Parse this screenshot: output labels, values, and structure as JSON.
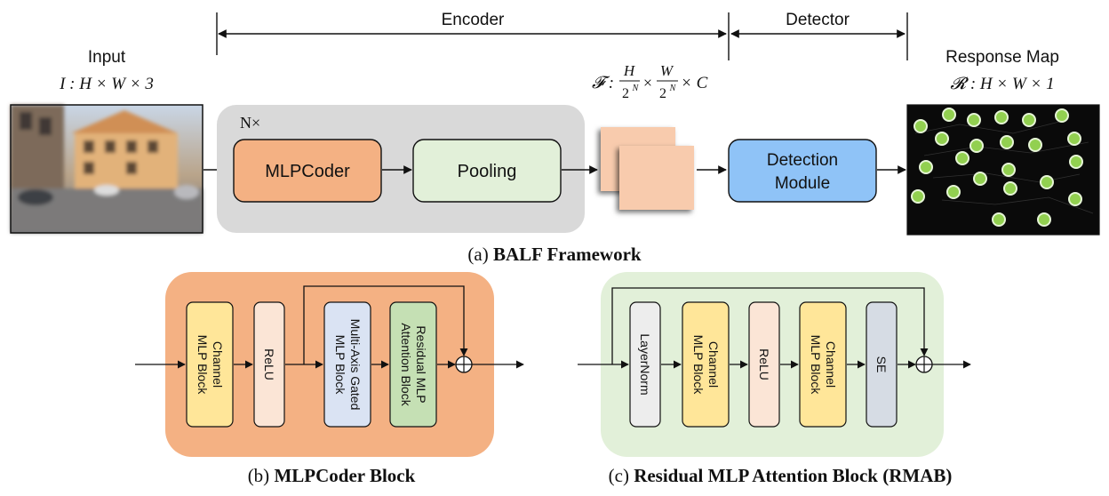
{
  "top": {
    "encoder_label": "Encoder",
    "detector_label": "Detector",
    "input_label": "Input",
    "input_shape": "I : H × W × 3",
    "feature_prefix": "𝓕 :",
    "feature_h": "H",
    "feature_w": "W",
    "feature_den_base": "2",
    "feature_den_exp": "N",
    "feature_suffix": "× C",
    "response_label": "Response Map",
    "response_shape": "𝓡 : H × W × 1",
    "repeat_label": "N×",
    "mlpcoder_label": "MLPCoder",
    "pooling_label": "Pooling",
    "detection_line1": "Detection",
    "detection_line2": "Module",
    "caption_prefix": "(a)",
    "caption_title": "BALF Framework"
  },
  "mlpcoder_block": {
    "blocks": [
      {
        "line1": "Channel",
        "line2": "MLP Block"
      },
      {
        "line1": "ReLU",
        "line2": ""
      },
      {
        "line1": "Multi-Axis Gated",
        "line2": "MLP Block"
      },
      {
        "line1": "Residual MLP",
        "line2": "Attention Block"
      }
    ],
    "caption_prefix": "(b)",
    "caption_title": "MLPCoder Block"
  },
  "rmab_block": {
    "blocks": [
      {
        "line1": "LayerNorm",
        "line2": ""
      },
      {
        "line1": "Channel",
        "line2": "MLP Block"
      },
      {
        "line1": "ReLU",
        "line2": ""
      },
      {
        "line1": "Channel",
        "line2": "MLP Block"
      },
      {
        "line1": "SE",
        "line2": ""
      }
    ],
    "caption_prefix": "(c)",
    "caption_title": "Residual MLP Attention Block (RMAB)"
  },
  "colors": {
    "encoder_bg": "#d9d9d9",
    "mlpcoder": "#f4b183",
    "pooling": "#e2f0d9",
    "detection": "#8fc3f7",
    "feature_map": "#f8cbad",
    "mlpcoder_panel": "#f4b183",
    "rmab_panel": "#e2f0d9",
    "channel_mlp": "#ffe699",
    "relu": "#fbe5d6",
    "gated_mlp": "#dae3f3",
    "rmab_inner": "#c5e0b4",
    "layernorm": "#ededed",
    "se": "#d6dce4",
    "keypoint": "#92d050"
  }
}
